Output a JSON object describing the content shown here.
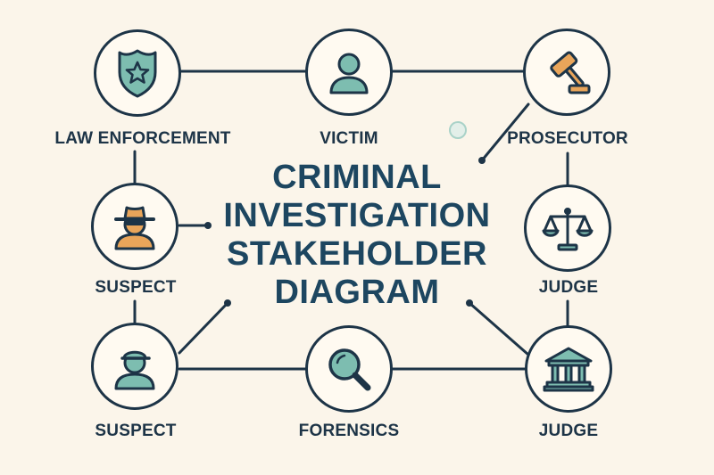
{
  "title": {
    "line1": "CRIMINAL",
    "line2": "INVESTIGATION",
    "line3": "STAKEHOLDER",
    "line4": "DIAGRAM"
  },
  "nodes": {
    "law_enforcement": {
      "label": "LAW ENFORCEMENT",
      "icon": "police-badge-icon"
    },
    "victim": {
      "label": "VICTIM",
      "icon": "person-icon"
    },
    "prosecutor": {
      "label": "PROSECUTOR",
      "icon": "gavel-icon"
    },
    "suspect_top": {
      "label": "SUSPECT",
      "icon": "detective-hat-icon"
    },
    "judge_top": {
      "label": "JUDGE",
      "icon": "scales-of-justice-icon"
    },
    "suspect_bottom": {
      "label": "SUSPECT",
      "icon": "person-cap-icon"
    },
    "forensics": {
      "label": "FORENSICS",
      "icon": "magnifying-glass-icon"
    },
    "judge_bottom": {
      "label": "JUDGE",
      "icon": "courthouse-icon"
    }
  },
  "colors": {
    "background": "#fbf5ea",
    "outline": "#1d3447",
    "teal": "#7dbdb0",
    "orange": "#e9a55a",
    "title": "#1d4660"
  }
}
